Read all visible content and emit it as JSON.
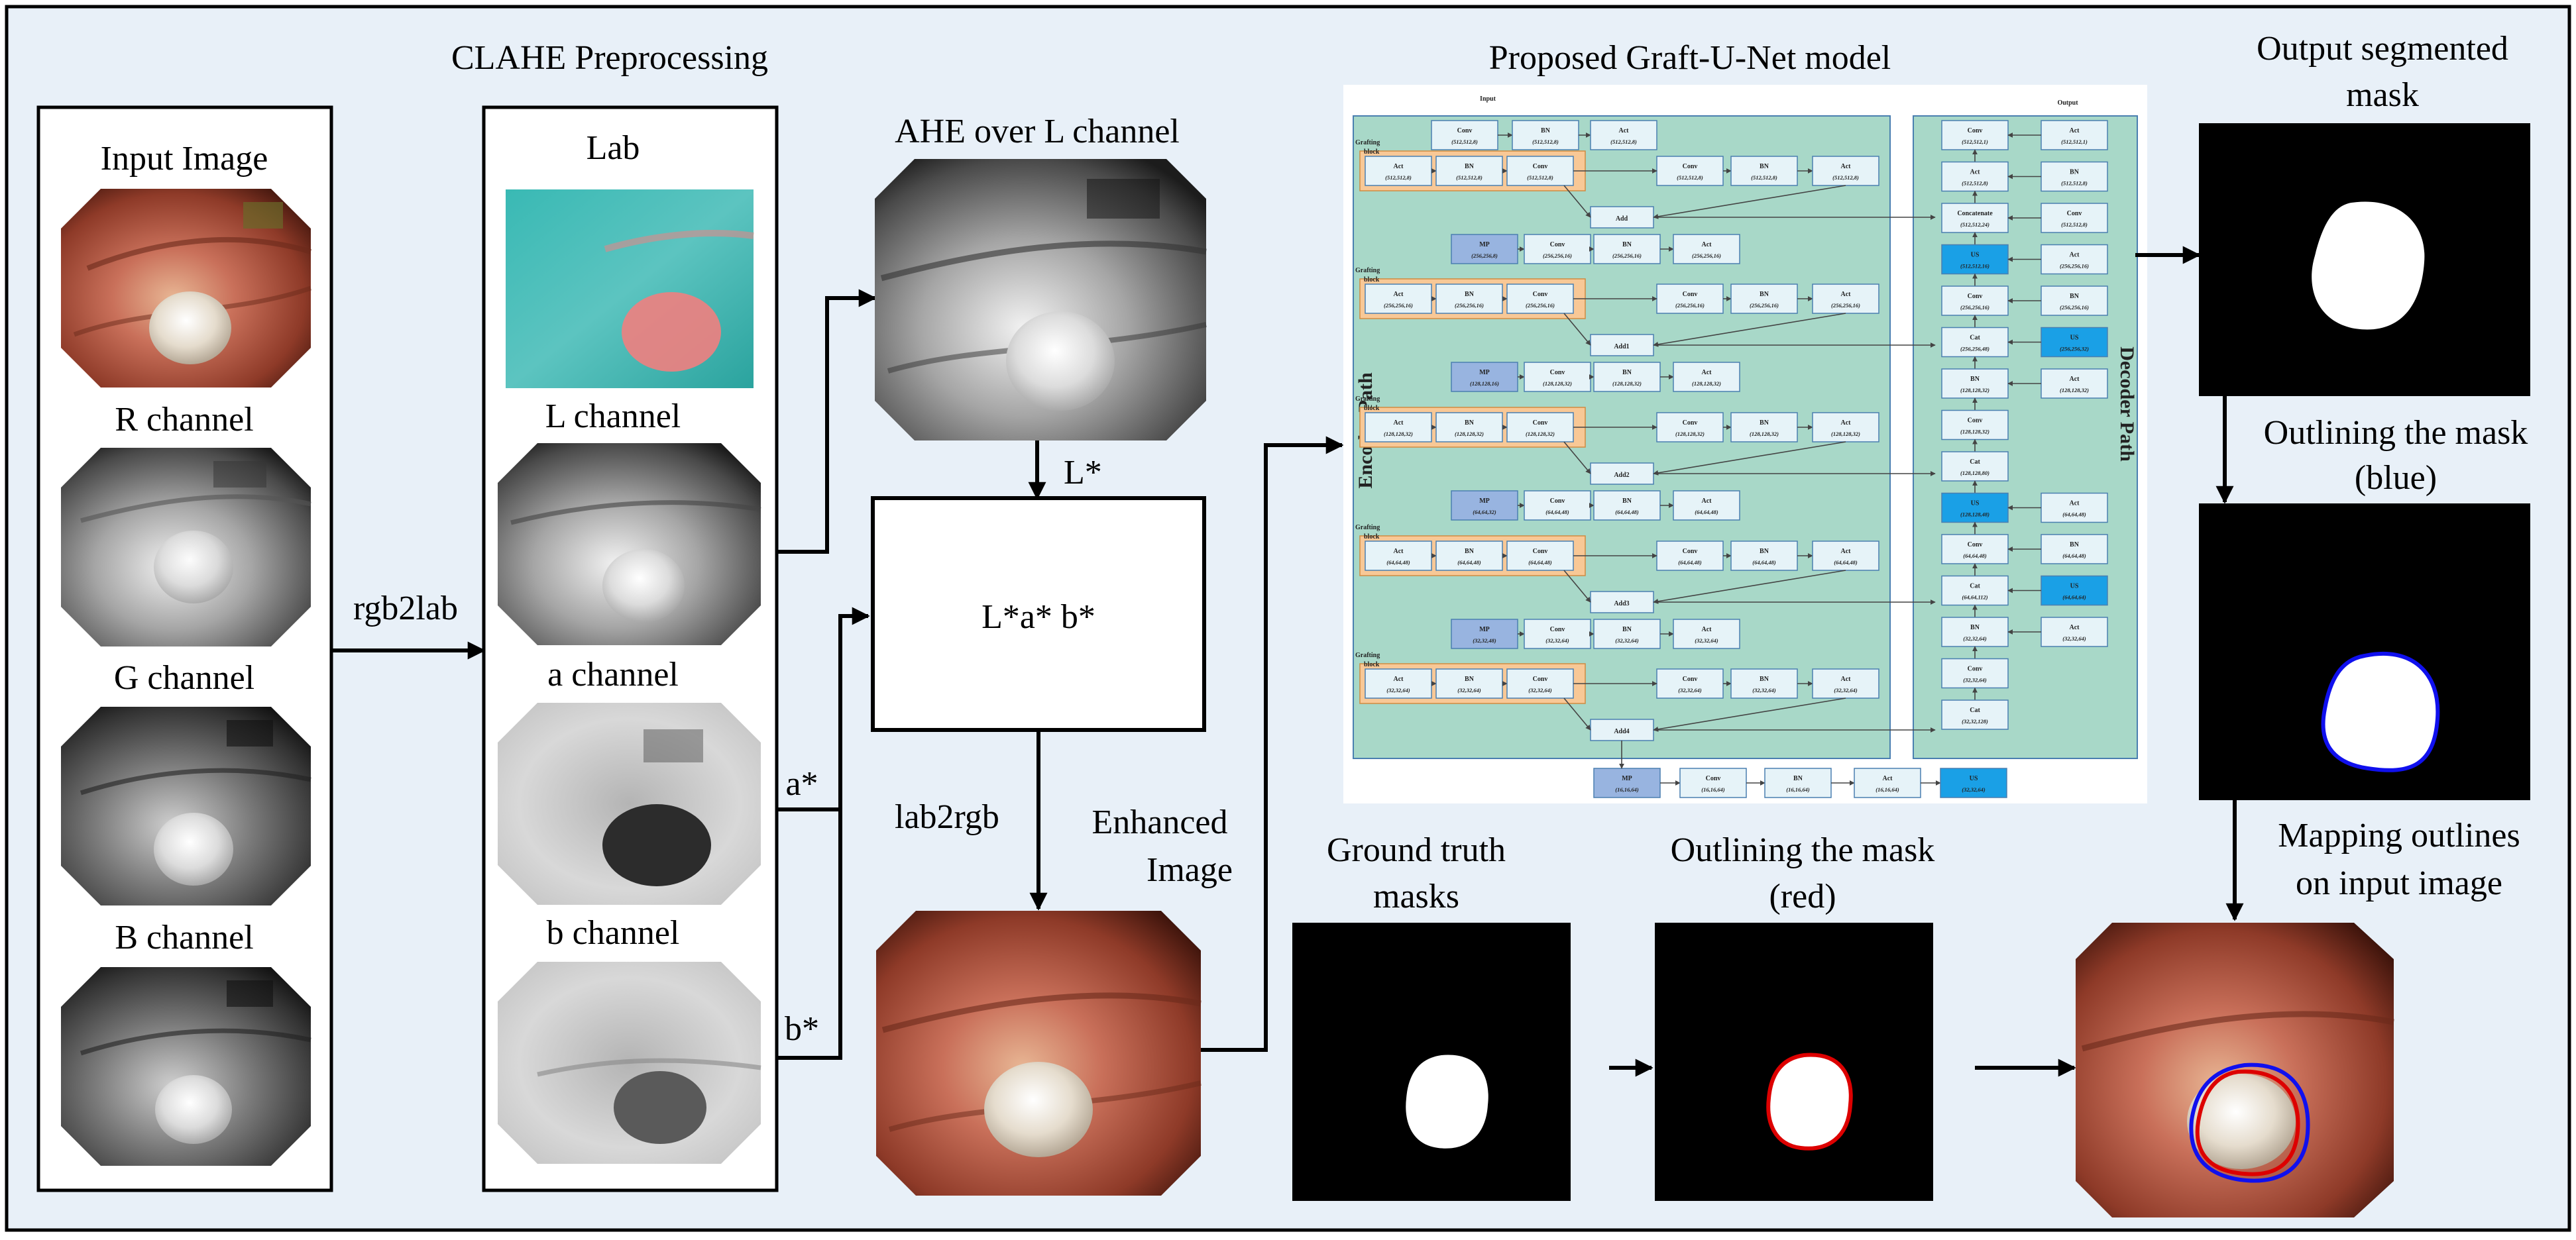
{
  "titles": {
    "clahe": "CLAHE Preprocessing",
    "model": "Proposed Graft-U-Net model",
    "output_mask": [
      "Output segmented",
      "mask"
    ],
    "outlining_blue": [
      "Outlining the mask",
      "(blue)"
    ],
    "mapping": [
      "Mapping outlines",
      "on input image"
    ],
    "ground_truth": [
      "Ground truth",
      "masks"
    ],
    "outlining_red": [
      "Outlining the mask",
      "(red)"
    ]
  },
  "input_column": {
    "labels": [
      "Input Image",
      "R channel",
      "G channel",
      "B channel"
    ]
  },
  "lab_column": {
    "labels": [
      "Lab",
      "L channel",
      "a channel",
      "b channel"
    ]
  },
  "process": {
    "ahe": "AHE over L channel",
    "lab_box": "L*a* b*",
    "enhanced": [
      "Enhanced",
      "Image"
    ]
  },
  "arrows": {
    "rgb2lab": "rgb2lab",
    "a": "a*",
    "b": "b*",
    "l": "L*",
    "lab2rgb": "lab2rgb"
  },
  "network": {
    "input": "Input",
    "output": "Output",
    "encoder": "Encoder Path",
    "decoder": "Decoder Path",
    "grafting": "Grafting",
    "block": "block",
    "enc_top": [
      {
        "op": "Conv",
        "dim": "(512,512,8)"
      },
      {
        "op": "BN",
        "dim": "(512,512,8)"
      },
      {
        "op": "Act",
        "dim": "(512,512,8)"
      }
    ],
    "enc_levels": [
      {
        "graft": [
          {
            "op": "Act",
            "dim": "(512,512,8)"
          },
          {
            "op": "BN",
            "dim": "(512,512,8)"
          },
          {
            "op": "Conv",
            "dim": "(512,512,8)"
          }
        ],
        "right": [
          {
            "op": "Conv",
            "dim": "(512,512,8)"
          },
          {
            "op": "BN",
            "dim": "(512,512,8)"
          },
          {
            "op": "Act",
            "dim": "(512,512,8)"
          }
        ],
        "add": "Add",
        "mp": [
          {
            "op": "MP",
            "dim": "(256,256,8)"
          },
          {
            "op": "Conv",
            "dim": "(256,256,16)"
          },
          {
            "op": "BN",
            "dim": "(256,256,16)"
          },
          {
            "op": "Act",
            "dim": "(256,256,16)"
          }
        ]
      },
      {
        "graft": [
          {
            "op": "Act",
            "dim": "(256,256,16)"
          },
          {
            "op": "BN",
            "dim": "(256,256,16)"
          },
          {
            "op": "Conv",
            "dim": "(256,256,16)"
          }
        ],
        "right": [
          {
            "op": "Conv",
            "dim": "(256,256,16)"
          },
          {
            "op": "BN",
            "dim": "(256,256,16)"
          },
          {
            "op": "Act",
            "dim": "(256,256,16)"
          }
        ],
        "add": "Add1",
        "mp": [
          {
            "op": "MP",
            "dim": "(128,128,16)"
          },
          {
            "op": "Conv",
            "dim": "(128,128,32)"
          },
          {
            "op": "BN",
            "dim": "(128,128,32)"
          },
          {
            "op": "Act",
            "dim": "(128,128,32)"
          }
        ]
      },
      {
        "graft": [
          {
            "op": "Act",
            "dim": "(128,128,32)"
          },
          {
            "op": "BN",
            "dim": "(128,128,32)"
          },
          {
            "op": "Conv",
            "dim": "(128,128,32)"
          }
        ],
        "right": [
          {
            "op": "Conv",
            "dim": "(128,128,32)"
          },
          {
            "op": "BN",
            "dim": "(128,128,32)"
          },
          {
            "op": "Act",
            "dim": "(128,128,32)"
          }
        ],
        "add": "Add2",
        "mp": [
          {
            "op": "MP",
            "dim": "(64,64,32)"
          },
          {
            "op": "Conv",
            "dim": "(64,64,48)"
          },
          {
            "op": "BN",
            "dim": "(64,64,48)"
          },
          {
            "op": "Act",
            "dim": "(64,64,48)"
          }
        ]
      },
      {
        "graft": [
          {
            "op": "Act",
            "dim": "(64,64,48)"
          },
          {
            "op": "BN",
            "dim": "(64,64,48)"
          },
          {
            "op": "Conv",
            "dim": "(64,64,48)"
          }
        ],
        "right": [
          {
            "op": "Conv",
            "dim": "(64,64,48)"
          },
          {
            "op": "BN",
            "dim": "(64,64,48)"
          },
          {
            "op": "Act",
            "dim": "(64,64,48)"
          }
        ],
        "add": "Add3",
        "mp": [
          {
            "op": "MP",
            "dim": "(32,32,48)"
          },
          {
            "op": "Conv",
            "dim": "(32,32,64)"
          },
          {
            "op": "BN",
            "dim": "(32,32,64)"
          },
          {
            "op": "Act",
            "dim": "(32,32,64)"
          }
        ]
      },
      {
        "graft": [
          {
            "op": "Act",
            "dim": "(32,32,64)"
          },
          {
            "op": "BN",
            "dim": "(32,32,64)"
          },
          {
            "op": "Conv",
            "dim": "(32,32,64)"
          }
        ],
        "right": [
          {
            "op": "Conv",
            "dim": "(32,32,64)"
          },
          {
            "op": "BN",
            "dim": "(32,32,64)"
          },
          {
            "op": "Act",
            "dim": "(32,32,64)"
          }
        ],
        "add": "Add4",
        "mp": []
      }
    ],
    "bottleneck": [
      {
        "op": "MP",
        "dim": "(16,16,64)"
      },
      {
        "op": "Conv",
        "dim": "(16,16,64)"
      },
      {
        "op": "BN",
        "dim": "(16,16,64)"
      },
      {
        "op": "Act",
        "dim": "(16,16,64)"
      },
      {
        "op": "US",
        "dim": "(32,32,64)"
      }
    ],
    "dec_rows": [
      [
        {
          "op": "Conv",
          "dim": "(512,512,1)"
        },
        {
          "op": "Act",
          "dim": "(512,512,1)"
        }
      ],
      [
        {
          "op": "Act",
          "dim": "(512,512,8)"
        },
        {
          "op": "BN",
          "dim": "(512,512,8)"
        }
      ],
      [
        {
          "op": "Concatenate",
          "dim": "(512,512,24)"
        },
        {
          "op": "Conv",
          "dim": "(512,512,8)"
        }
      ],
      [
        {
          "op": "US",
          "dim": "(512,512,16)"
        },
        {
          "op": "Act",
          "dim": "(256,256,16)"
        }
      ],
      [
        {
          "op": "Conv",
          "dim": "(256,256,16)"
        },
        {
          "op": "BN",
          "dim": "(256,256,16)"
        }
      ],
      [
        {
          "op": "Cat",
          "dim": "(256,256,48)"
        },
        {
          "op": "US",
          "dim": "(256,256,32)"
        }
      ],
      [
        {
          "op": "BN",
          "dim": "(128,128,32)"
        },
        {
          "op": "Act",
          "dim": "(128,128,32)"
        }
      ],
      [
        {
          "op": "Conv",
          "dim": "(128,128,32)"
        }
      ],
      [
        {
          "op": "Cat",
          "dim": "(128,128,80)"
        }
      ],
      [
        {
          "op": "US",
          "dim": "(128,128,48)"
        },
        {
          "op": "Act",
          "dim": "(64,64,48)"
        }
      ],
      [
        {
          "op": "Conv",
          "dim": "(64,64,48)"
        },
        {
          "op": "BN",
          "dim": "(64,64,48)"
        }
      ],
      [
        {
          "op": "Cat",
          "dim": "(64,64,112)"
        },
        {
          "op": "US",
          "dim": "(64,64,64)"
        }
      ],
      [
        {
          "op": "BN",
          "dim": "(32,32,64)"
        },
        {
          "op": "Act",
          "dim": "(32,32,64)"
        }
      ],
      [
        {
          "op": "Conv",
          "dim": "(32,32,64)"
        }
      ],
      [
        {
          "op": "Cat",
          "dim": "(32,32,128)"
        }
      ]
    ]
  },
  "colors": {
    "frame_bg": "#e8f0f8",
    "net_green": "#a8d8c8",
    "box_fill": "#e6f3f8",
    "graft_orange": "#f8c896",
    "mp_blue": "#98b4e0",
    "us_blue": "#1aa0e6",
    "outline_red": "#dd0000",
    "outline_blue": "#1010ee"
  }
}
